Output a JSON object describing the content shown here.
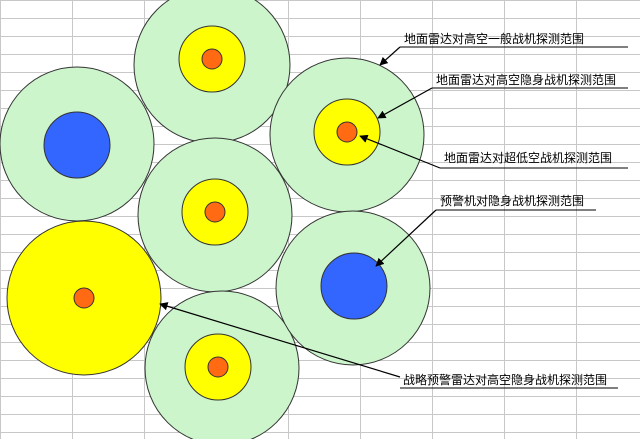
{
  "colors": {
    "background": "#ffffff",
    "grid": "#c8c8c8",
    "outer_zone": "#ccf5cc",
    "stealth_zone": "#ffff00",
    "low_alt_zone": "#ff6a13",
    "awacs_zone": "#3366ff",
    "strategic_zone": "#ffff00",
    "stroke": "#333333"
  },
  "labels": {
    "l1": "地面雷达对高空一般战机探测范围",
    "l2": "地面雷达对高空隐身战机探测范围",
    "l3": "地面雷达对超低空战机探测范围",
    "l4": "预警机对隐身战机探测范围",
    "l5": "战略预警雷达对高空隐身战机探测范围"
  }
}
